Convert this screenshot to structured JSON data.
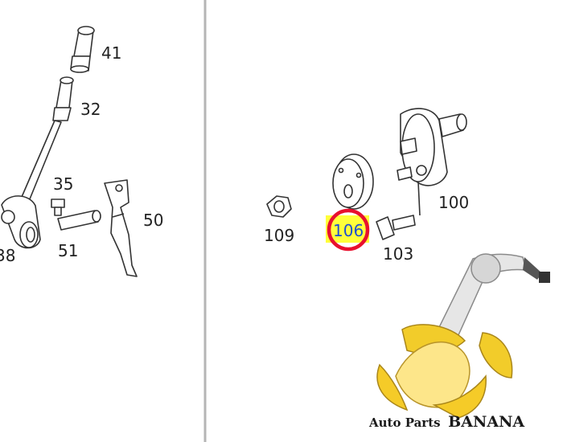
{
  "diagram": {
    "left_panel_labels": [
      "41",
      "32",
      "35",
      "50",
      "51",
      "38"
    ],
    "right_panel_labels": [
      "100",
      "109",
      "106",
      "103"
    ],
    "highlighted_part": "106",
    "highlight_colors": {
      "fill": "#ffff3a",
      "ring": "#e8102e",
      "text": "#1f4fd0"
    }
  },
  "watermark": {
    "brand_prefix": "Auto Parts",
    "brand_name": "BANANA",
    "logo_icon": "banana-with-control-arm-icon"
  }
}
